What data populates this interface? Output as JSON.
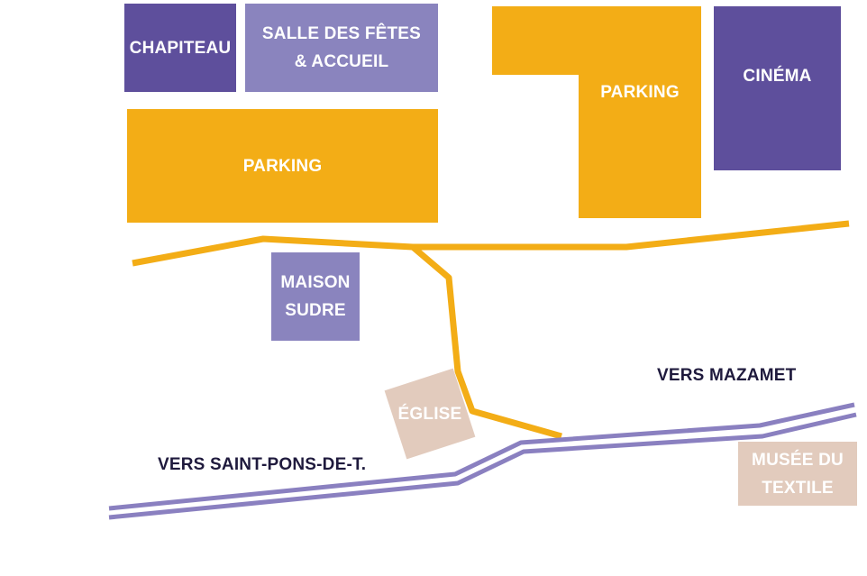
{
  "colors": {
    "dark_purple": "#5e4f9c",
    "light_purple": "#8a84be",
    "parking_yellow": "#f3ad16",
    "beige": "#e2cbbd",
    "road_purple": "#8a80c0",
    "label_dark": "#1f1a3d"
  },
  "buildings": {
    "chapiteau": "CHAPITEAU",
    "salle_des_fetes": "SALLE DES FÊTES\n& ACCUEIL",
    "parking_left": "PARKING",
    "parking_right": "PARKING",
    "cinema": "CINÉMA",
    "maison_sudre": "MAISON\nSUDRE",
    "eglise": "ÉGLISE",
    "musee_du_textile": "MUSÉE DU\nTEXTILE"
  },
  "roads": {
    "vers_mazamet": "VERS MAZAMET",
    "vers_saint_pons": "VERS SAINT-PONS-DE-T."
  }
}
